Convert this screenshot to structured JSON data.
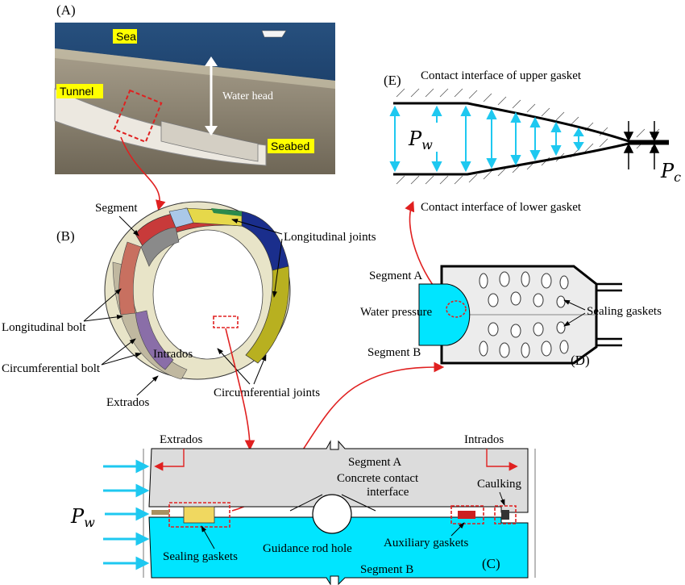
{
  "panel_a": {
    "tag": "(A)",
    "sea": "Sea",
    "tunnel": "Tunnel",
    "water_head": "Water head",
    "seabed": "Seabed"
  },
  "panel_b": {
    "tag": "(B)",
    "segment": "Segment",
    "longitudinal_joints": "Longitudinal joints",
    "longitudinal_bolt": "Longitudinal bolt",
    "intrados": "Intrados",
    "circumferential_bolt": "Circumferential bolt",
    "extrados": "Extrados",
    "circumferential_joints": "Circumferential joints"
  },
  "panel_e": {
    "tag": "(E)",
    "upper": "Contact interface of upper gasket",
    "lower": "Contact interface of lower gasket",
    "pw": "P",
    "pw_sub": "w",
    "pc": "P",
    "pc_sub": "c"
  },
  "panel_d": {
    "tag": "(D)",
    "segment_a": "Segment A",
    "water_pressure": "Water pressure",
    "segment_b": "Segment B",
    "sealing_gaskets": "Sealing gaskets"
  },
  "panel_c": {
    "tag": "(C)",
    "extrados": "Extrados",
    "intrados": "Intrados",
    "segment_a": "Segment A",
    "concrete_contact_1": "Concrete contact",
    "concrete_contact_2": "interface",
    "caulking": "Caulking",
    "pw": "P",
    "pw_sub": "w",
    "sealing_gaskets": "Sealing gaskets",
    "guidance_rod_hole": "Guidance rod hole",
    "auxiliary_gaskets": "Auxiliary gaskets",
    "segment_b": "Segment B"
  },
  "colors": {
    "cyan": "#00e5ff",
    "arrow_blue": "#1ec8f0",
    "red": "#e02020",
    "gray_concrete": "#dcdcdc",
    "yellow_label": "#ffff00"
  }
}
